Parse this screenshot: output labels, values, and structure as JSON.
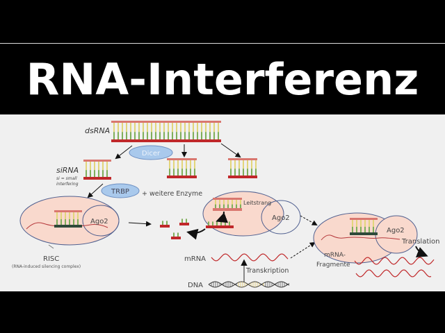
{
  "title": "RNA-Interferenz",
  "labels": {
    "dsrna": "dsRNA",
    "dicer": "Dicer",
    "sirna": "siRNA",
    "sirna_note_1": "si = small",
    "sirna_note_2": "interfering",
    "trbp": "TRBP",
    "enzymes": "+ weitere Enzyme",
    "ago2_a": "Ago2",
    "ago2_b": "Ago2",
    "ago2_c": "Ago2",
    "risc": "RISC",
    "risc_full": "(RNA-induced silencing complex)",
    "leitstrang": "Leitstrang",
    "mrna": "mRNA",
    "transkription": "Transkription",
    "dna": "DNA",
    "translation": "Translation",
    "fragments_1": "mRNA-",
    "fragments_2": "Fragmente"
  },
  "colors": {
    "sense_strand": "#d9776f",
    "antisense_strand": "#c0282a",
    "base_yellow": "#e3d57a",
    "base_green": "#7fae5a",
    "complex_fill": "#f9d9cd",
    "complex_stroke": "#4f5f8f",
    "enzyme_fill": "#a9c9ec"
  }
}
